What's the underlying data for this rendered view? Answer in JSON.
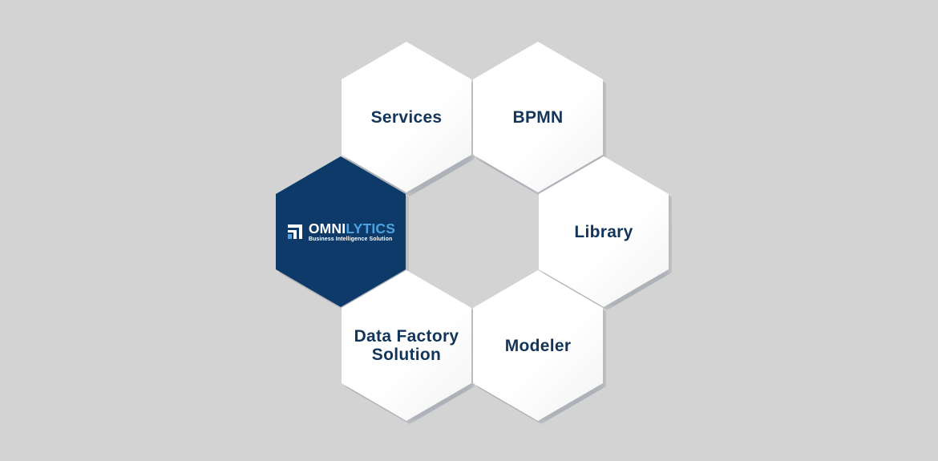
{
  "diagram": {
    "nodes": [
      {
        "id": "services",
        "label": "Services"
      },
      {
        "id": "bpmn",
        "label": "BPMN"
      },
      {
        "id": "library",
        "label": "Library"
      },
      {
        "id": "modeler",
        "label": "Modeler"
      },
      {
        "id": "data_factory",
        "label_line1": "Data Factory",
        "label_line2": "Solution"
      }
    ],
    "logo": {
      "brand_part1": "OMNI",
      "brand_part2": "LYTICS",
      "tagline": "Business Intelligence Solution"
    }
  },
  "colors": {
    "background": "#d3d3d3",
    "hex_white": "#ffffff",
    "hex_navy": "#0d3a68",
    "label_text": "#123559",
    "brand_accent": "#4aa3e0"
  }
}
